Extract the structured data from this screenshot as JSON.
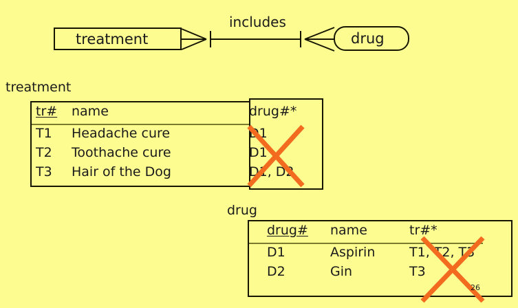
{
  "slide": {
    "background_color": "#FCFC91",
    "ink_color": "#1a1a1a",
    "cross_out_color": "#F26B1F",
    "page_number": "26"
  },
  "er_diagram": {
    "left_entity": "treatment",
    "right_entity": "drug",
    "relationship_label": "includes",
    "left_cardinality": "many",
    "right_cardinality": "many"
  },
  "treatment_table": {
    "caption": "treatment",
    "headers": {
      "key": "tr#",
      "name": "name",
      "foreign_key": "drug#*"
    },
    "rows": [
      {
        "id": "T1",
        "name": "Headache cure",
        "drugs": "D1"
      },
      {
        "id": "T2",
        "name": "Toothache cure",
        "drugs": "D1"
      },
      {
        "id": "T3",
        "name": "Hair of the Dog",
        "drugs": "D1, D2"
      }
    ],
    "crossed_out_column": "drug#*"
  },
  "drug_table": {
    "caption": "drug",
    "headers": {
      "key": "drug#",
      "name": "name",
      "foreign_key": "tr#*"
    },
    "rows": [
      {
        "id": "D1",
        "name": "Aspirin",
        "treatments": "T1, T2, T3"
      },
      {
        "id": "D2",
        "name": "Gin",
        "treatments": "T3"
      }
    ],
    "crossed_out_column": "tr#*"
  }
}
